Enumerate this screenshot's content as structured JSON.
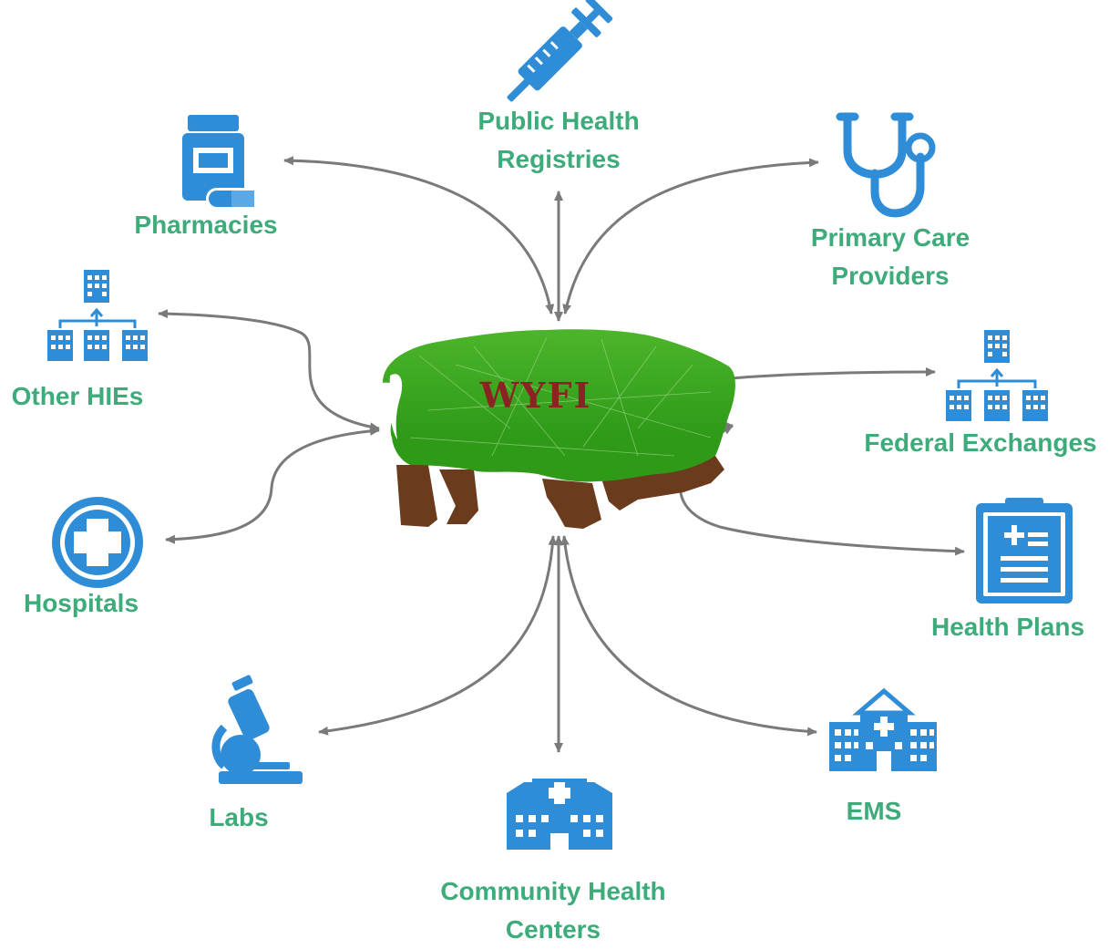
{
  "colors": {
    "icon_blue": "#2e8dd6",
    "label_green": "#3dab7a",
    "arrow_gray": "#7a7a7a",
    "bison_green": "#3fa320",
    "bison_brown": "#6b3b1e",
    "hub_text": "#8b2323"
  },
  "hub": {
    "label": "WYFI",
    "image": "bison-silhouette-wyoming-map"
  },
  "nodes": [
    {
      "id": "public-health-registries",
      "label_lines": [
        "Public Health",
        "Registries"
      ],
      "icon": "syringe-icon"
    },
    {
      "id": "pharmacies",
      "label_lines": [
        "Pharmacies"
      ],
      "icon": "pill-bottle-icon"
    },
    {
      "id": "primary-care-providers",
      "label_lines": [
        "Primary Care",
        "Providers"
      ],
      "icon": "stethoscope-icon"
    },
    {
      "id": "other-hies",
      "label_lines": [
        "Other HIEs"
      ],
      "icon": "hospital-network-icon"
    },
    {
      "id": "federal-exchanges",
      "label_lines": [
        "Federal Exchanges"
      ],
      "icon": "hospital-network-icon"
    },
    {
      "id": "hospitals",
      "label_lines": [
        "Hospitals"
      ],
      "icon": "medical-cross-icon"
    },
    {
      "id": "health-plans",
      "label_lines": [
        "Health Plans"
      ],
      "icon": "clipboard-icon"
    },
    {
      "id": "labs",
      "label_lines": [
        "Labs"
      ],
      "icon": "microscope-icon"
    },
    {
      "id": "community-health-centers",
      "label_lines": [
        "Community Health",
        "Centers"
      ],
      "icon": "clinic-building-icon"
    },
    {
      "id": "ems",
      "label_lines": [
        "EMS"
      ],
      "icon": "hospital-building-icon"
    }
  ],
  "edges": [
    {
      "to": "public-health-registries",
      "direction": "bidirectional"
    },
    {
      "to": "pharmacies",
      "direction": "bidirectional"
    },
    {
      "to": "primary-care-providers",
      "direction": "bidirectional"
    },
    {
      "to": "other-hies",
      "direction": "bidirectional"
    },
    {
      "to": "federal-exchanges",
      "direction": "bidirectional"
    },
    {
      "to": "hospitals",
      "direction": "bidirectional"
    },
    {
      "to": "health-plans",
      "direction": "bidirectional"
    },
    {
      "to": "labs",
      "direction": "bidirectional"
    },
    {
      "to": "community-health-centers",
      "direction": "bidirectional"
    },
    {
      "to": "ems",
      "direction": "bidirectional"
    }
  ]
}
